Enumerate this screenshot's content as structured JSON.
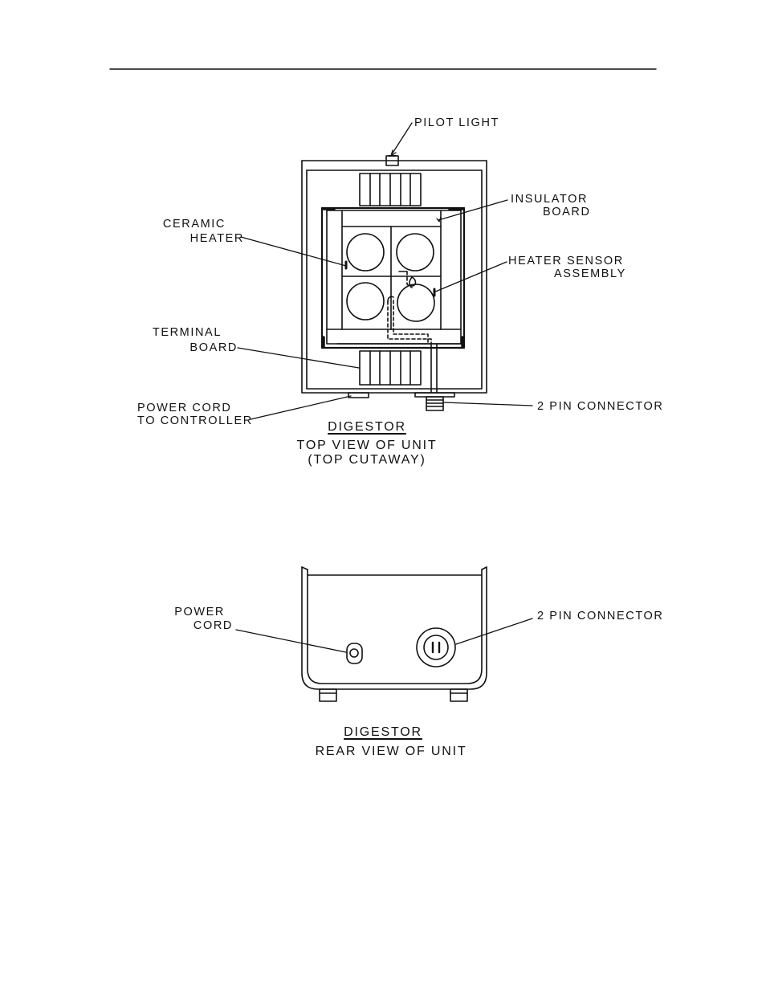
{
  "top_view": {
    "labels": {
      "pilot_light": "PILOT LIGHT",
      "insulator_board_1": "INSULATOR",
      "insulator_board_2": "BOARD",
      "ceramic_heater_1": "CERAMIC",
      "ceramic_heater_2": "HEATER",
      "heater_sensor_1": "HEATER SENSOR",
      "heater_sensor_2": "ASSEMBLY",
      "terminal_board_1": "TERMINAL",
      "terminal_board_2": "BOARD",
      "power_cord_1": "POWER CORD",
      "power_cord_2": "TO CONTROLLER",
      "two_pin_connector": "2 PIN CONNECTOR"
    },
    "caption": {
      "title": "DIGESTOR",
      "line1": "TOP VIEW OF UNIT",
      "line2": "(TOP CUTAWAY)"
    }
  },
  "rear_view": {
    "labels": {
      "power_cord_1": "POWER",
      "power_cord_2": "CORD",
      "two_pin_connector": "2 PIN CONNECTOR"
    },
    "caption": {
      "title": "DIGESTOR",
      "line1": "REAR VIEW OF UNIT"
    }
  },
  "colors": {
    "ink": "#111111",
    "paper": "#ffffff"
  }
}
